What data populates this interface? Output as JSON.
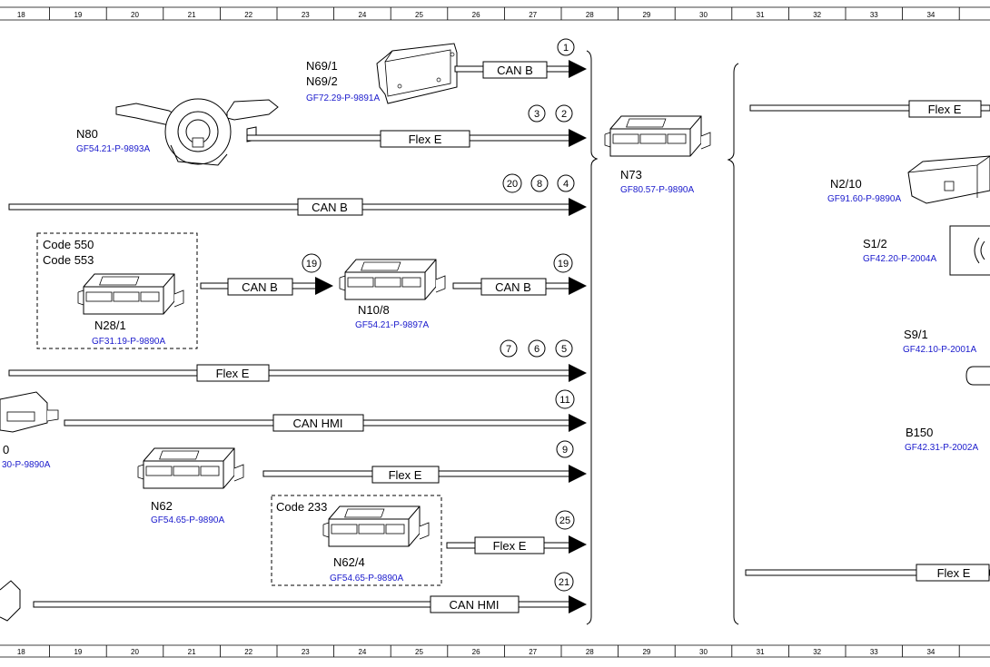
{
  "ruler": {
    "top": [
      "18",
      "19",
      "20",
      "21",
      "22",
      "23",
      "24",
      "25",
      "26",
      "27",
      "28",
      "29",
      "30",
      "31",
      "32",
      "33",
      "34"
    ],
    "bottom": [
      "18",
      "19",
      "20",
      "21",
      "22",
      "23",
      "24",
      "25",
      "26",
      "27",
      "28",
      "29",
      "30",
      "31",
      "32",
      "33",
      "34"
    ]
  },
  "components": {
    "n69": {
      "name1": "N69/1",
      "name2": "N69/2",
      "ref": "GF72.29-P-9891A"
    },
    "n80": {
      "name": "N80",
      "ref": "GF54.21-P-9893A"
    },
    "n73": {
      "name": "N73",
      "ref": "GF80.57-P-9890A"
    },
    "n2_10": {
      "name": "N2/10",
      "ref": "GF91.60-P-9890A"
    },
    "s1_2": {
      "name": "S1/2",
      "ref": "GF42.20-P-2004A"
    },
    "s9_1": {
      "name": "S9/1",
      "ref": "GF42.10-P-2001A"
    },
    "b150": {
      "name": "B150",
      "ref": "GF42.31-P-2002A"
    },
    "n28_1": {
      "code1": "Code 550",
      "code2": "Code 553",
      "name": "N28/1",
      "ref": "GF31.19-P-9890A"
    },
    "n10_8": {
      "name": "N10/8",
      "ref": "GF54.21-P-9897A"
    },
    "left_partial": {
      "name": "0",
      "ref": "30-P-9890A"
    },
    "n62": {
      "name": "N62",
      "ref": "GF54.65-P-9890A"
    },
    "n62_4": {
      "code": "Code 233",
      "name": "N62/4",
      "ref": "GF54.65-P-9890A"
    }
  },
  "buses": {
    "can_b": "CAN B",
    "flex_e": "Flex E",
    "can_hmi": "CAN HMI"
  },
  "connectors": {
    "c1": "1",
    "c2": "2",
    "c3": "3",
    "c4": "4",
    "c5": "5",
    "c6": "6",
    "c7": "7",
    "c8": "8",
    "c9": "9",
    "c11": "11",
    "c19": "19",
    "c20": "20",
    "c21": "21",
    "c25": "25"
  }
}
